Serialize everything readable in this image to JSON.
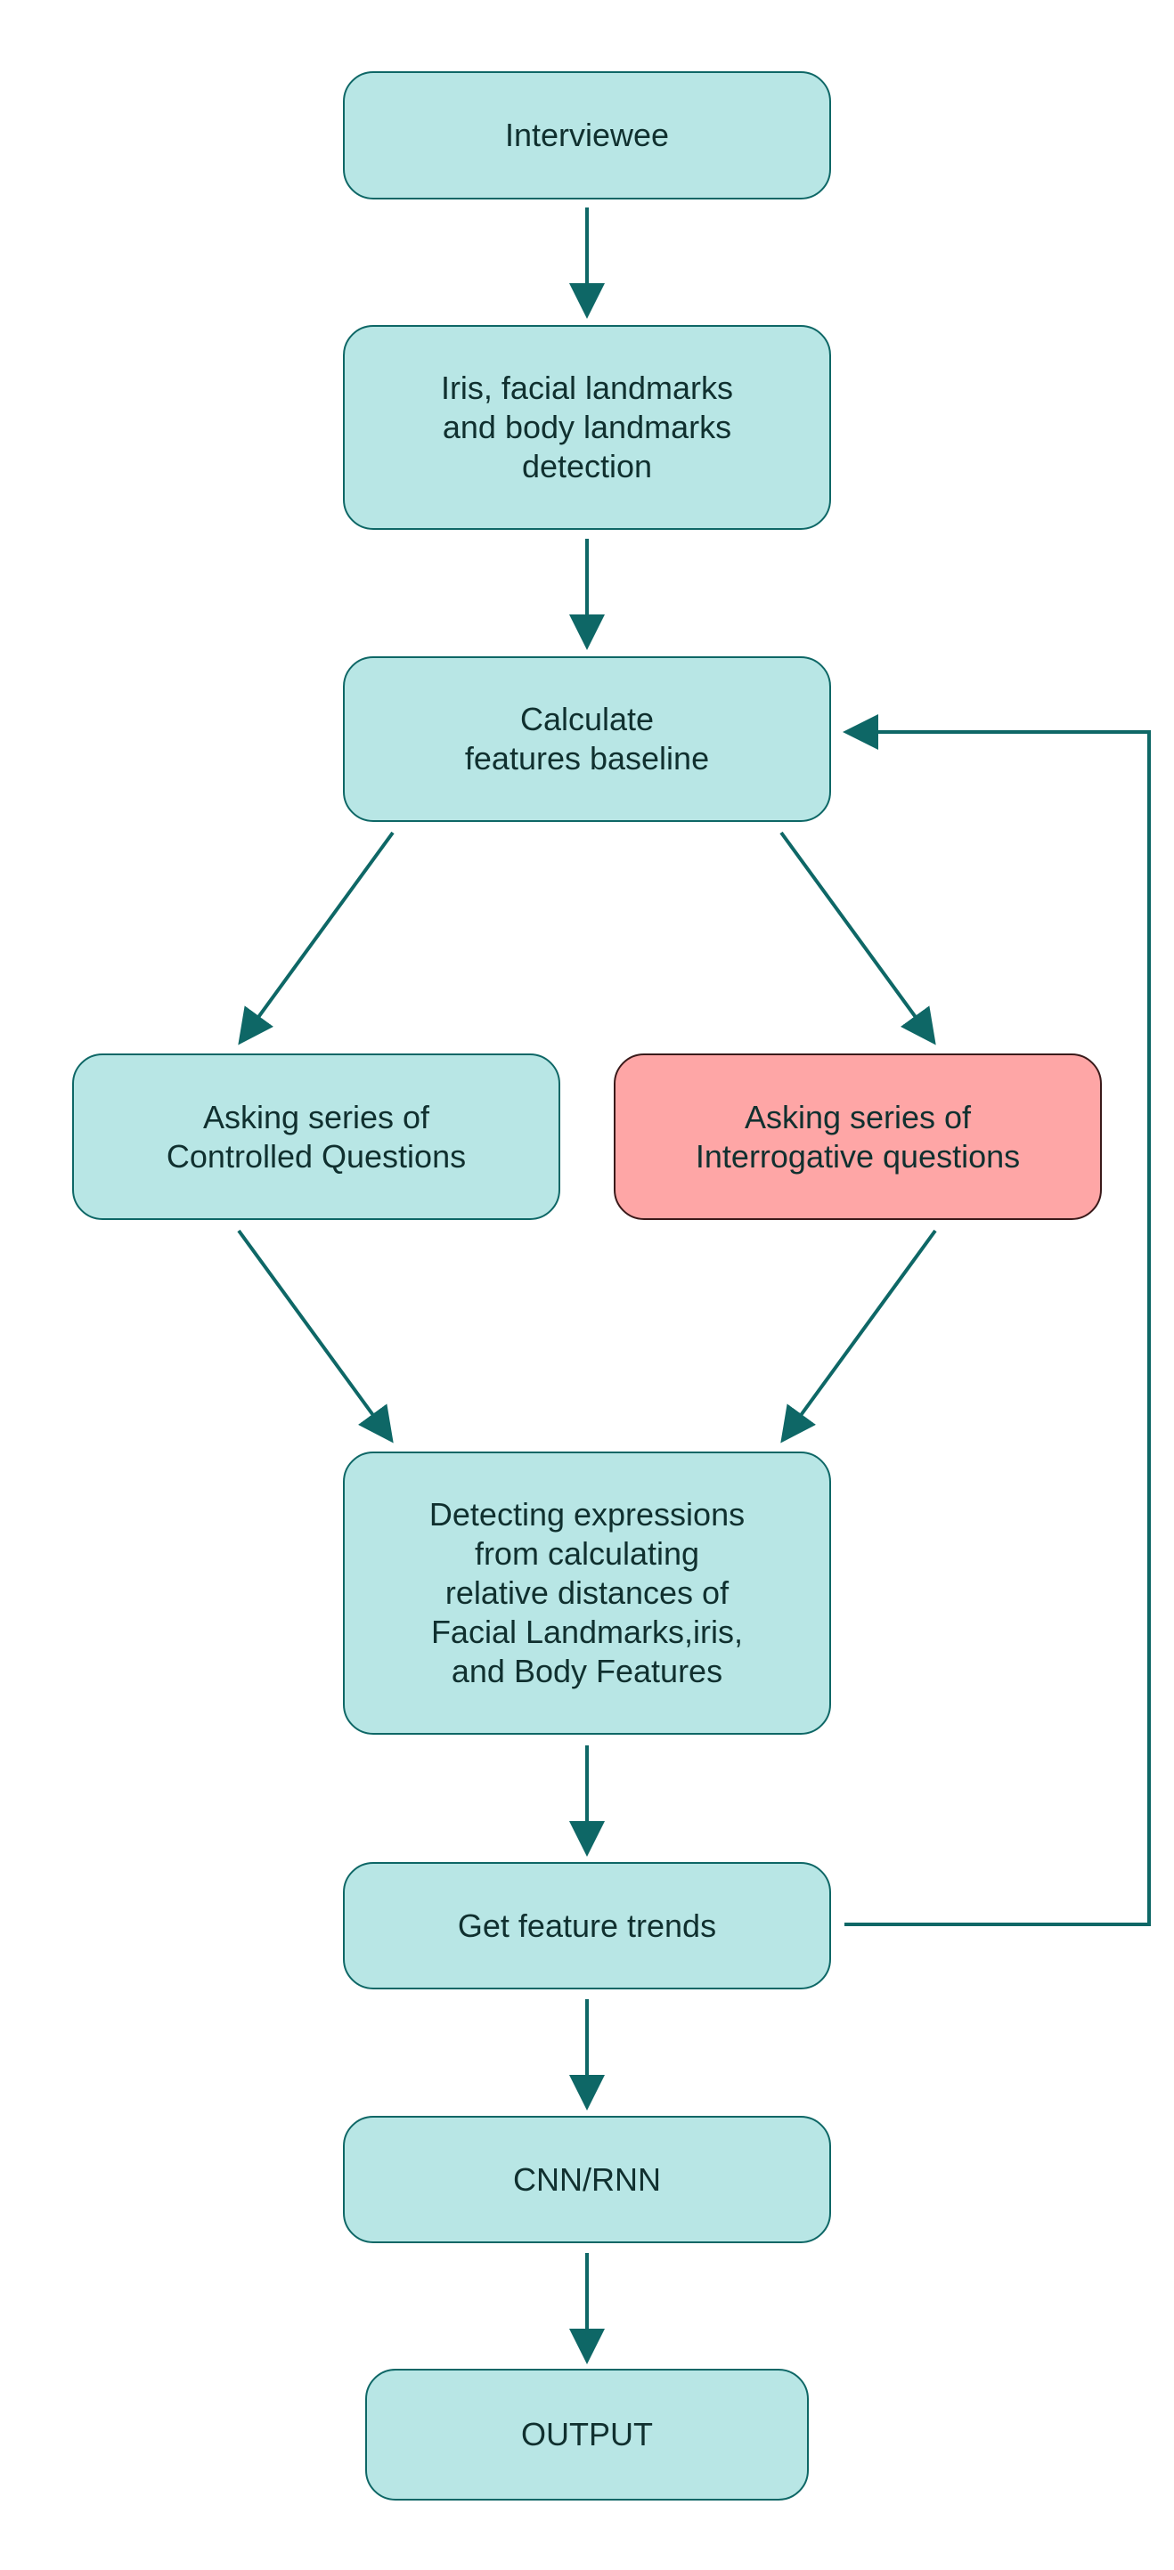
{
  "colors": {
    "node_fill": "#b8e6e5",
    "node_border": "#0e6766",
    "alert_fill": "#fea6a6",
    "arrow": "#0e6766",
    "text": "#10302f"
  },
  "nodes": {
    "interviewee": "Interviewee",
    "detection": "Iris, facial landmarks\nand body landmarks\ndetection",
    "baseline": "Calculate\nfeatures baseline",
    "controlled": "Asking series of\nControlled Questions",
    "interrogative": "Asking series of\nInterrogative questions",
    "expressions": "Detecting expressions\nfrom calculating\nrelative distances of\nFacial Landmarks,iris,\nand Body Features",
    "trends": "Get feature trends",
    "model": "CNN/RNN",
    "output": "OUTPUT"
  }
}
